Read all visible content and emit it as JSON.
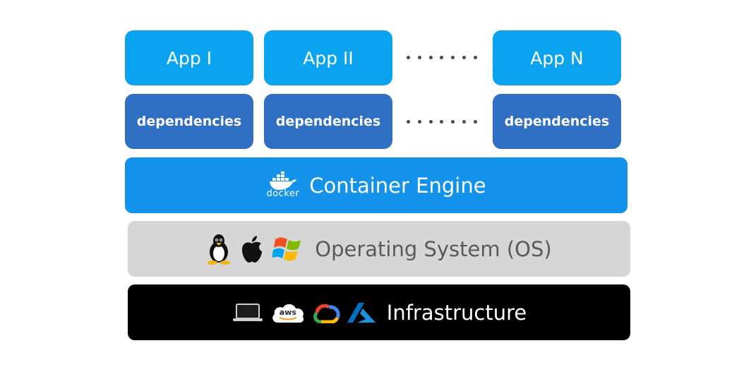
{
  "apps": [
    "App I",
    "App II",
    "App N"
  ],
  "dependencies": [
    "dependencies",
    "dependencies",
    "dependencies"
  ],
  "container_engine": {
    "label": "Container Engine",
    "logo_text": "docker",
    "icon": "docker-whale-icon"
  },
  "operating_system": {
    "label": "Operating System (OS)",
    "icons": [
      "linux-tux-icon",
      "apple-icon",
      "windows-icon"
    ]
  },
  "infrastructure": {
    "label": "Infrastructure",
    "logo_text": "aws",
    "icons": [
      "laptop-icon",
      "aws-cloud-icon",
      "google-cloud-icon",
      "azure-icon"
    ]
  },
  "colors": {
    "app": "#0aa3f0",
    "dependencies": "#2f6fc4",
    "engine": "#1392ec",
    "os": "#d6d6d6",
    "infrastructure": "#000000"
  }
}
